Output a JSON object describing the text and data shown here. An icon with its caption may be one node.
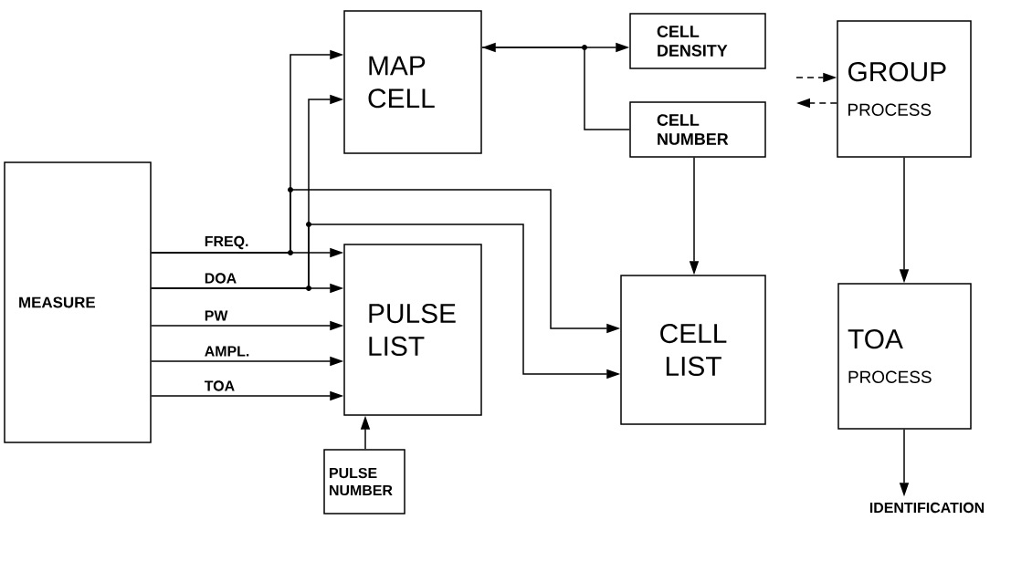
{
  "diagram": {
    "nodes": [
      {
        "text": [
          "MEASURE"
        ]
      },
      {
        "text": [
          "MAP CELL"
        ]
      },
      {
        "text": [
          "CELL DENSITY"
        ]
      },
      {
        "text": [
          "CELL NUMBER"
        ]
      },
      {
        "text": [
          "GROUP",
          "PROCESS"
        ]
      },
      {
        "text": [
          "PULSE LIST"
        ]
      },
      {
        "text": [
          "CELL LIST"
        ]
      },
      {
        "text": [
          "TOA",
          "PROCESS"
        ]
      },
      {
        "text": [
          "PULSE NUMBER"
        ]
      },
      {
        "text": [
          "IDENTIFICATION"
        ]
      }
    ],
    "edges": [
      {
        "from": 0,
        "to": 5,
        "arrow": "to",
        "label": "FREQ."
      },
      {
        "from": 0,
        "to": 5,
        "arrow": "to",
        "label": "DOA"
      },
      {
        "from": 0,
        "to": 5,
        "arrow": "to",
        "label": "PW"
      },
      {
        "from": 0,
        "to": 5,
        "arrow": "to",
        "label": "AMPL."
      },
      {
        "from": 0,
        "to": 5,
        "arrow": "to",
        "label": "TOA"
      },
      {
        "from": 0,
        "to": 1,
        "arrow": "to"
      },
      {
        "from": 0,
        "to": 6,
        "arrow": "to"
      },
      {
        "from": 0,
        "to": 1,
        "arrow": "to"
      },
      {
        "from": 0,
        "to": 6,
        "arrow": "to"
      },
      {
        "from": 1,
        "to": 2,
        "arrow": "both"
      },
      {
        "from": 3,
        "to": 1,
        "arrow": "none"
      },
      {
        "from": 3,
        "to": 6,
        "arrow": "to"
      },
      {
        "from": null,
        "to": 4,
        "arrow": "to",
        "style": "dashed"
      },
      {
        "from": 4,
        "to": null,
        "arrow": "to",
        "style": "dashed"
      },
      {
        "from": 4,
        "to": 7,
        "arrow": "to"
      },
      {
        "from": 7,
        "to": 9,
        "arrow": "to"
      },
      {
        "from": 8,
        "to": 5,
        "arrow": "to"
      }
    ]
  }
}
